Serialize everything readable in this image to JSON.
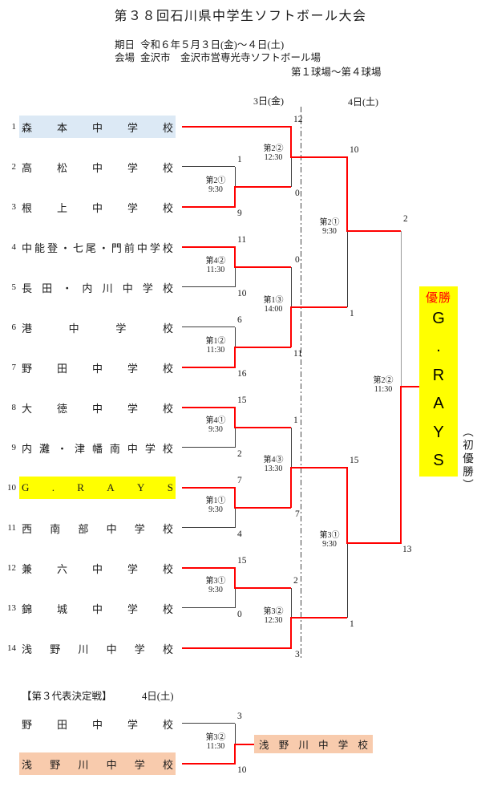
{
  "title": "第３８回石川県中学生ソフトボール大会",
  "meta": {
    "date_label": "期日",
    "date_value": "令和６年５月３日(金)～４日(土)",
    "venue_label": "会場",
    "venue_value": "金沢市　金沢市営専光寺ソフトボール場",
    "venue_fields": "第１球場～第４球場"
  },
  "bracket": {
    "day1_header": "3日(金)",
    "day2_header": "4日(土)",
    "teams": [
      {
        "seed": "1",
        "name": "森本中学校"
      },
      {
        "seed": "2",
        "name": "高松中学校"
      },
      {
        "seed": "3",
        "name": "根上中学校"
      },
      {
        "seed": "4",
        "name": "中能登・七尾・門前中学校"
      },
      {
        "seed": "5",
        "name": "長田・内川中学校"
      },
      {
        "seed": "6",
        "name": "港中学校"
      },
      {
        "seed": "7",
        "name": "野田中学校"
      },
      {
        "seed": "8",
        "name": "大徳中学校"
      },
      {
        "seed": "9",
        "name": "内灘・津幡南中学校"
      },
      {
        "seed": "10",
        "name": "G.RAYS"
      },
      {
        "seed": "11",
        "name": "西南部中学校"
      },
      {
        "seed": "12",
        "name": "兼六中学校"
      },
      {
        "seed": "13",
        "name": "錦城中学校"
      },
      {
        "seed": "14",
        "name": "浅野川中学校"
      }
    ],
    "matches": [
      {
        "label": "第2①",
        "time": "9:30",
        "top_score": "1",
        "bottom_score": "9"
      },
      {
        "label": "第4②",
        "time": "11:30",
        "top_score": "11",
        "bottom_score": "10"
      },
      {
        "label": "第1②",
        "time": "11:30",
        "top_score": "6",
        "bottom_score": "16"
      },
      {
        "label": "第4①",
        "time": "9:30",
        "top_score": "15",
        "bottom_score": "2"
      },
      {
        "label": "第1①",
        "time": "9:30",
        "top_score": "7",
        "bottom_score": "4"
      },
      {
        "label": "第3①",
        "time": "9:30",
        "top_score": "15",
        "bottom_score": "0"
      },
      {
        "label": "第2②",
        "time": "12:30",
        "top_score": "12",
        "bottom_score": "0"
      },
      {
        "label": "第1③",
        "time": "14:00",
        "top_score": "0",
        "bottom_score": "11"
      },
      {
        "label": "第4③",
        "time": "13:30",
        "top_score": "1",
        "bottom_score": "7"
      },
      {
        "label": "第3②",
        "time": "12:30",
        "top_score": "2",
        "bottom_score": "3"
      },
      {
        "label": "第2①",
        "time": "9:30",
        "top_score": "10",
        "bottom_score": "1"
      },
      {
        "label": "第3①",
        "time": "9:30",
        "top_score": "15",
        "bottom_score": "1"
      },
      {
        "label": "第2②",
        "time": "11:30",
        "top_score": "2",
        "bottom_score": "13"
      }
    ],
    "champion": {
      "label": "優勝",
      "name": "G.RAYS",
      "note": "（初優勝）"
    }
  },
  "third_place": {
    "header": "【第３代表決定戦】",
    "day": "4日(土)",
    "match": {
      "label": "第3②",
      "time": "11:30",
      "top_score": "3",
      "bottom_score": "10"
    },
    "top_team": "野田中学校",
    "bottom_team": "浅野川中学校",
    "winner": "浅野川中学校"
  },
  "colors": {
    "winner_path": "#ff0000",
    "highlight_blue": "#dce9f5",
    "highlight_yellow": "#ffff00",
    "highlight_peach": "#f8cbad"
  }
}
